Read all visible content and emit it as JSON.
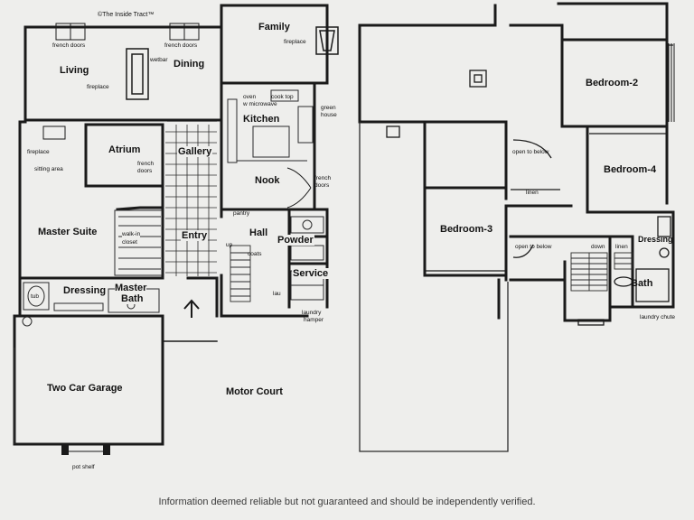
{
  "copyright": "©The Inside Tract™",
  "footer_note": "Information deemed reliable but not guaranteed and should be independently verified.",
  "first_floor": {
    "rooms": {
      "family": "Family",
      "living": "Living",
      "dining": "Dining",
      "kitchen": "Kitchen",
      "atrium": "Atrium",
      "gallery": "Gallery",
      "nook": "Nook",
      "master_suite": "Master Suite",
      "entry": "Entry",
      "hall": "Hall",
      "powder": "Powder",
      "service": "Service",
      "dressing": "Dressing",
      "master_bath_1": "Master",
      "master_bath_2": "Bath",
      "garage": "Two Car Garage",
      "motor_court": "Motor Court"
    },
    "notes": {
      "french_doors_1": "french doors",
      "french_doors_2": "french doors",
      "french_doors_atrium_1": "french",
      "french_doors_atrium_2": "doors",
      "french_doors_nook_1": "french",
      "french_doors_nook_2": "doors",
      "fireplace_family": "fireplace",
      "fireplace_living": "fireplace",
      "fireplace_master": "fireplace",
      "wetbar": "wetbar",
      "oven_1": "oven",
      "oven_2": "w microwave",
      "cook_top": "cook top",
      "green_house_1": "green",
      "green_house_2": "house",
      "sitting_area": "sitting area",
      "pantry": "pantry",
      "walk_in_1": "walk-in",
      "walk_in_2": "closet",
      "coats": "coats",
      "up": "up",
      "lau": "lau",
      "laundry_hamper_1": "laundry",
      "laundry_hamper_2": "hamper",
      "pot_shelf": "pot shelf",
      "tub": "tub"
    }
  },
  "second_floor": {
    "rooms": {
      "bedroom_2": "Bedroom-2",
      "bedroom_4": "Bedroom-4",
      "bedroom_3": "Bedroom-3",
      "dressing": "Dressing",
      "bath": "Bath"
    },
    "notes": {
      "open_to_below_1": "open to below",
      "open_to_below_2": "open to below",
      "linen_1": "linen",
      "linen_2": "linen",
      "down": "down",
      "laundry_chute": "laundry chute"
    }
  }
}
